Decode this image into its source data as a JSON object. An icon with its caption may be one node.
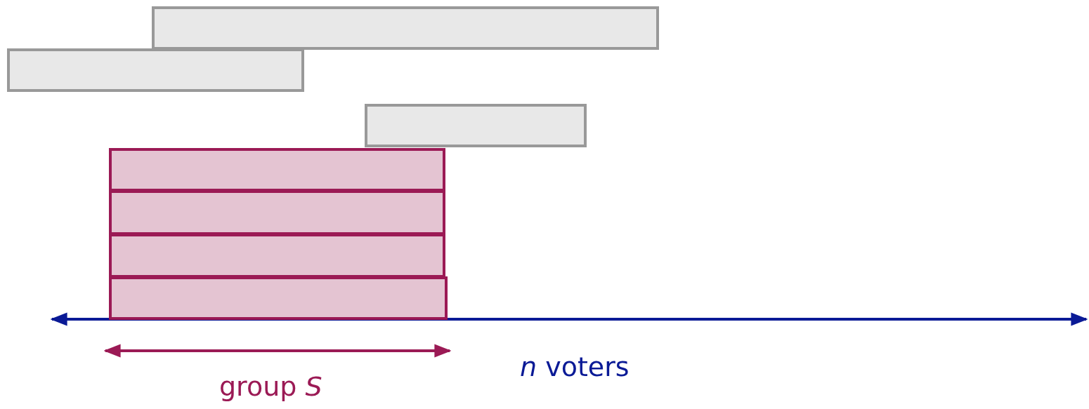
{
  "diagram": {
    "nodes": [
      {
        "text": [],
        "shape": "bar"
      },
      {
        "text": [],
        "shape": "bar"
      },
      {
        "text": [],
        "shape": "bar"
      },
      {
        "text": [],
        "shape": "bar"
      },
      {
        "text": [],
        "shape": "bar"
      },
      {
        "text": [],
        "shape": "bar"
      },
      {
        "text": [],
        "shape": "bar"
      }
    ],
    "labels": [
      "*n* voters",
      "group *S*"
    ]
  }
}
